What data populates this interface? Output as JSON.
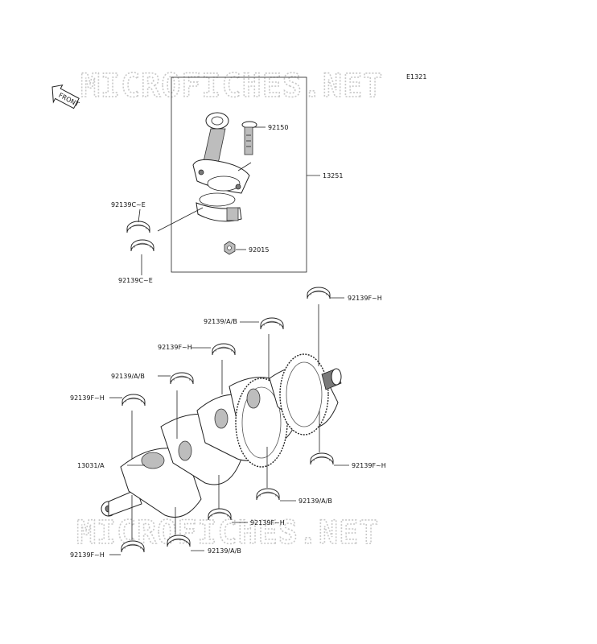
{
  "diagram_code": "E1321",
  "watermark": "MICROFICHES.NET",
  "front_badge": "FRONT",
  "parts": {
    "bolt": "92150",
    "rod_assembly": "13251",
    "rod_bearing_upper": "92139C~E",
    "rod_bearing_lower": "92139C~E",
    "nut": "92015",
    "crankshaft": "13031/A",
    "main_1": "92139F~H",
    "main_2": "92139/A/B",
    "main_3": "92139F~H",
    "main_4": "92139/A/B",
    "main_5": "92139F~H",
    "main_6": "92139F~H",
    "main_7": "92139/A/B",
    "main_8": "92139F~H",
    "main_9": "92139/A/B",
    "main_10": "92139F~H"
  }
}
